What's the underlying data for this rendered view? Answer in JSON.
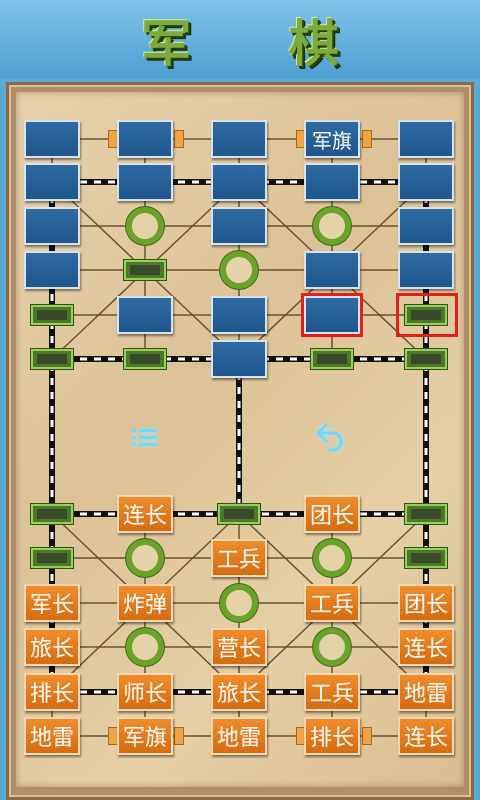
{
  "header": {
    "title": "军 棋"
  },
  "colors": {
    "blue_piece": "#2f6aa3",
    "orange_piece": "#e4801e",
    "camp": "#6aa32a",
    "station": "#4a7a28",
    "selection": "#e0201a"
  },
  "opponent": {
    "flag_label": "军旗"
  },
  "controls": {
    "menu_icon": "menu-icon",
    "undo_icon": "undo-icon"
  },
  "player_pieces": {
    "r0": [
      "连长",
      "团长"
    ],
    "r1": [
      "工兵"
    ],
    "r2": [
      "军长",
      "炸弹",
      "工兵",
      "团长"
    ],
    "r3": [
      "旅长",
      "营长",
      "连长"
    ],
    "r4": [
      "排长",
      "师长",
      "旅长",
      "工兵",
      "地雷"
    ],
    "r5": [
      "地雷",
      "军旗",
      "地雷",
      "排长",
      "连长"
    ]
  }
}
